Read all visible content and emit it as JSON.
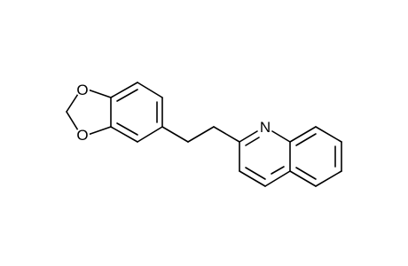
{
  "molecule": {
    "atoms": [
      {
        "id": "O1",
        "symbol": "O"
      },
      {
        "id": "O2",
        "symbol": "O"
      },
      {
        "id": "N1",
        "symbol": "N"
      }
    ]
  },
  "colors": {
    "bond": "#000000",
    "label": "#000000",
    "background": "#ffffff"
  }
}
